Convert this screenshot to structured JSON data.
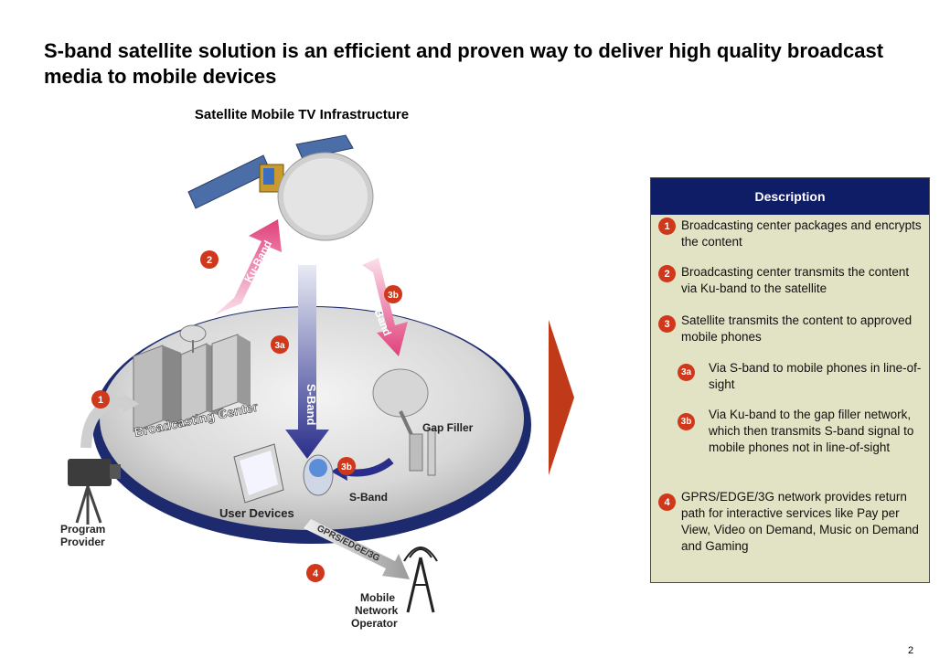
{
  "title": "S-band satellite solution is an efficient and proven way to deliver high quality broadcast media to mobile devices",
  "subtitle": "Satellite Mobile TV Infrastructure",
  "diagram": {
    "labels": {
      "broadcasting_center": "Broadcasting Center",
      "gap_filler": "Gap Filler",
      "user_devices": "User Devices",
      "program_provider_1": "Program",
      "program_provider_2": "Provider",
      "mno_1": "Mobile",
      "mno_2": "Network",
      "mno_3": "Operator",
      "ku_band_up": "Ku-Band",
      "ku_band_down": "Ku-Band",
      "s_band_down": "S-Band",
      "s_band_gap": "S-Band",
      "gprs": "GPRS/EDGE/3G"
    },
    "badges": {
      "b1": "1",
      "b2": "2",
      "b3a": "3a",
      "b3b_top": "3b",
      "b3b_bottom": "3b",
      "b4": "4"
    }
  },
  "description": {
    "header": "Description",
    "items": [
      {
        "badge": "1",
        "text": "Broadcasting center packages and encrypts the content"
      },
      {
        "badge": "2",
        "text": "Broadcasting center transmits  the content via Ku-band to the satellite"
      },
      {
        "badge": "3",
        "text": "Satellite transmits the content to approved mobile phones"
      },
      {
        "badge": "3a",
        "text": "Via S-band to mobile phones in line-of-sight"
      },
      {
        "badge": "3b",
        "text": "Via Ku-band to the gap filler network, which then transmits S-band signal to mobile phones not in line-of-sight"
      },
      {
        "badge": "4",
        "text": "GPRS/EDGE/3G network provides return path for interactive services like Pay per View, Video on Demand, Music on Demand and Gaming"
      }
    ]
  },
  "page_number": "2",
  "colors": {
    "badge": "#d0381c",
    "header": "#0f1d66",
    "panel": "#e2e2c4",
    "big_arrow": "#c03a1a"
  }
}
